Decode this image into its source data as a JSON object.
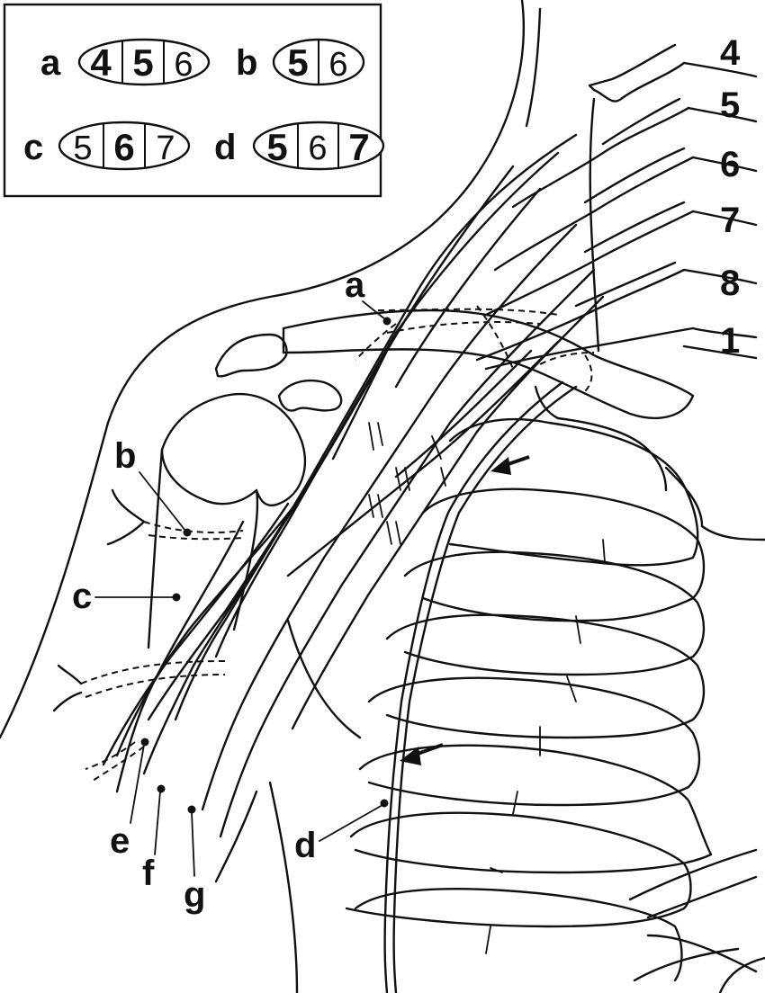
{
  "legend": {
    "rows": [
      {
        "label": "a",
        "segments": [
          {
            "text": "4",
            "bold": true
          },
          {
            "text": "5",
            "bold": true
          },
          {
            "text": "6",
            "bold": false
          }
        ]
      },
      {
        "label": "b",
        "segments": [
          {
            "text": "5",
            "bold": true
          },
          {
            "text": "6",
            "bold": false
          }
        ]
      },
      {
        "label": "c",
        "segments": [
          {
            "text": "5",
            "bold": false
          },
          {
            "text": "6",
            "bold": true
          },
          {
            "text": "7",
            "bold": false
          }
        ]
      },
      {
        "label": "d",
        "segments": [
          {
            "text": "5",
            "bold": true
          },
          {
            "text": "6",
            "bold": false
          },
          {
            "text": "7",
            "bold": true
          }
        ]
      }
    ]
  },
  "root_labels": [
    "4",
    "5",
    "6",
    "7",
    "8",
    "1"
  ],
  "nerve_labels": {
    "a": "a",
    "b": "b",
    "c": "c",
    "d": "d",
    "e": "e",
    "f": "f",
    "g": "g"
  }
}
